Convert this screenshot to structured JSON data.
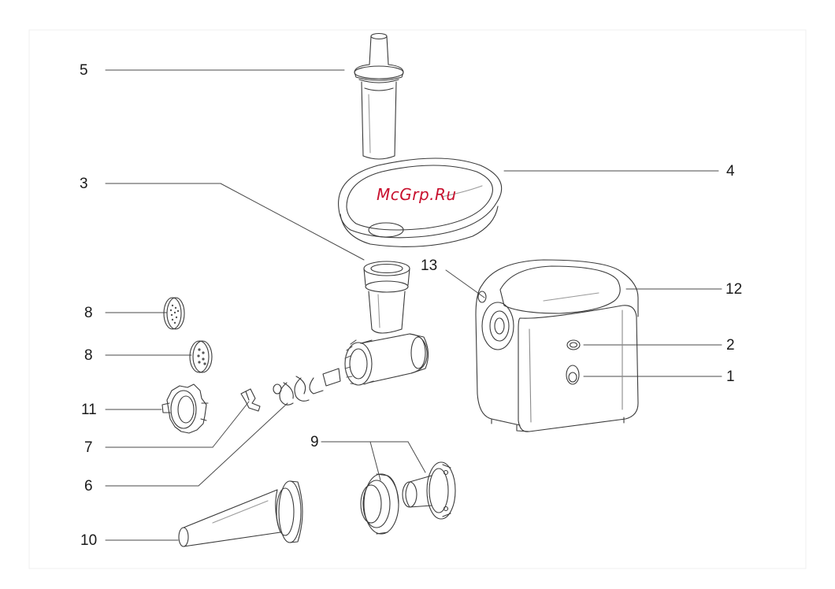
{
  "watermark": {
    "text": "McGrp.Ru",
    "color": "#c8102e"
  },
  "labels": {
    "l1": "1",
    "l2": "2",
    "l3": "3",
    "l4": "4",
    "l5": "5",
    "l6": "6",
    "l7": "7",
    "l8a": "8",
    "l8b": "8",
    "l9": "9",
    "l10": "10",
    "l11": "11",
    "l12": "12",
    "l13": "13"
  },
  "colors": {
    "line": "#3a3a3a",
    "label": "#1a1a1a",
    "background": "#ffffff"
  }
}
